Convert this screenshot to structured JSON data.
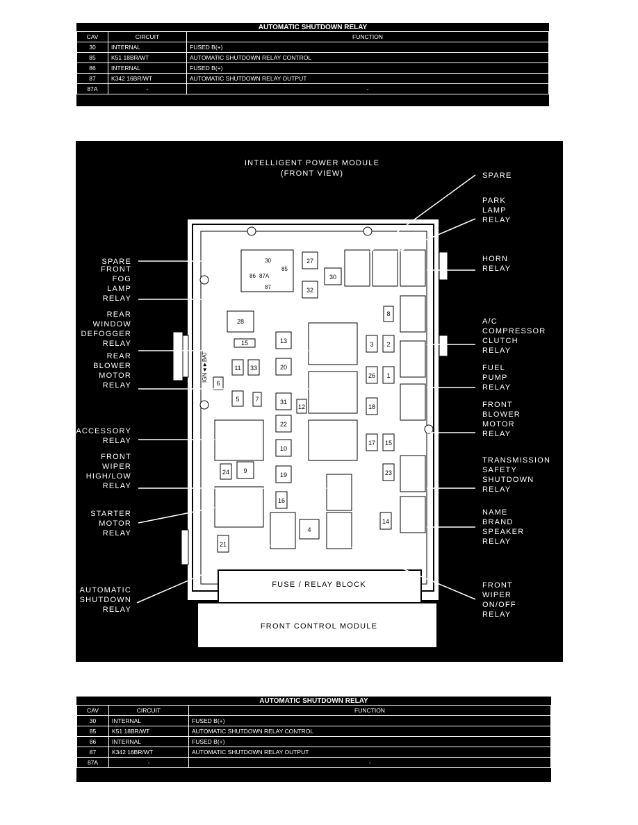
{
  "tables": [
    {
      "caption": "AUTOMATIC SHUTDOWN RELAY",
      "headers": {
        "cav": "CAV",
        "circuit": "CIRCUIT",
        "function": "FUNCTION"
      },
      "rows": [
        {
          "cav": "30",
          "circuit": "INTERNAL",
          "function": "FUSED B(+)"
        },
        {
          "cav": "85",
          "circuit": "K51 18BR/WT",
          "function": "AUTOMATIC SHUTDOWN RELAY CONTROL"
        },
        {
          "cav": "86",
          "circuit": "INTERNAL",
          "function": "FUSED B(+)"
        },
        {
          "cav": "87",
          "circuit": "K342 16BR/WT",
          "function": "AUTOMATIC SHUTDOWN RELAY OUTPUT"
        },
        {
          "cav": "87A",
          "circuit": "-",
          "function": "-"
        }
      ]
    },
    {
      "caption": "AUTOMATIC SHUTDOWN RELAY",
      "headers": {
        "cav": "CAV",
        "circuit": "CIRCUIT",
        "function": "FUNCTION"
      },
      "rows": [
        {
          "cav": "30",
          "circuit": "INTERNAL",
          "function": "FUSED B(+)"
        },
        {
          "cav": "85",
          "circuit": "K51 18BR/WT",
          "function": "AUTOMATIC SHUTDOWN RELAY CONTROL"
        },
        {
          "cav": "86",
          "circuit": "INTERNAL",
          "function": "FUSED B(+)"
        },
        {
          "cav": "87",
          "circuit": "K342 16BR/WT",
          "function": "AUTOMATIC SHUTDOWN RELAY OUTPUT"
        },
        {
          "cav": "87A",
          "circuit": "-",
          "function": "-"
        }
      ]
    }
  ],
  "diagram": {
    "title_line1": "INTELLIGENT POWER MODULE",
    "title_line2": "(FRONT VIEW)",
    "block_label": "FUSE / RELAY BLOCK",
    "module_label": "FRONT CONTROL MODULE",
    "bat_label": "IGN◄►BAT",
    "left_labels": [
      [
        "SPARE"
      ],
      [
        "FRONT",
        "FOG",
        "LAMP",
        "RELAY"
      ],
      [
        "REAR",
        "WINDOW",
        "DEFOGGER",
        "RELAY"
      ],
      [
        "REAR",
        "BLOWER",
        "MOTOR",
        "RELAY"
      ],
      [
        "ACCESSORY",
        "RELAY"
      ],
      [
        "FRONT",
        "WIPER",
        "HIGH/LOW",
        "RELAY"
      ],
      [
        "STARTER",
        "MOTOR",
        "RELAY"
      ],
      [
        "AUTOMATIC",
        "SHUTDOWN",
        "RELAY"
      ]
    ],
    "right_labels": [
      [
        "SPARE"
      ],
      [
        "PARK",
        "LAMP",
        "RELAY"
      ],
      [
        "HORN",
        "RELAY"
      ],
      [
        "A/C",
        "COMPRESSOR",
        "CLUTCH",
        "RELAY"
      ],
      [
        "FUEL",
        "PUMP",
        "RELAY"
      ],
      [
        "FRONT",
        "BLOWER",
        "MOTOR",
        "RELAY"
      ],
      [
        "TRANSMISSION",
        "SAFETY",
        "SHUTDOWN",
        "RELAY"
      ],
      [
        "NAME",
        "BRAND",
        "SPEAKER",
        "RELAY"
      ],
      [
        "FRONT",
        "WIPER",
        "ON/OFF",
        "RELAY"
      ]
    ],
    "fuse_numbers": [
      "27",
      "30",
      "32",
      "28",
      "13",
      "20",
      "15",
      "11",
      "33",
      "6",
      "5",
      "7",
      "31",
      "22",
      "10",
      "19",
      "12",
      "9",
      "24",
      "8",
      "3",
      "2",
      "26",
      "1",
      "18",
      "17",
      "15",
      "23",
      "16",
      "4",
      "14",
      "21"
    ],
    "relay_pins": {
      "p30": "30",
      "p85": "85",
      "p86": "86",
      "p87": "87",
      "p87a": "87A"
    }
  }
}
